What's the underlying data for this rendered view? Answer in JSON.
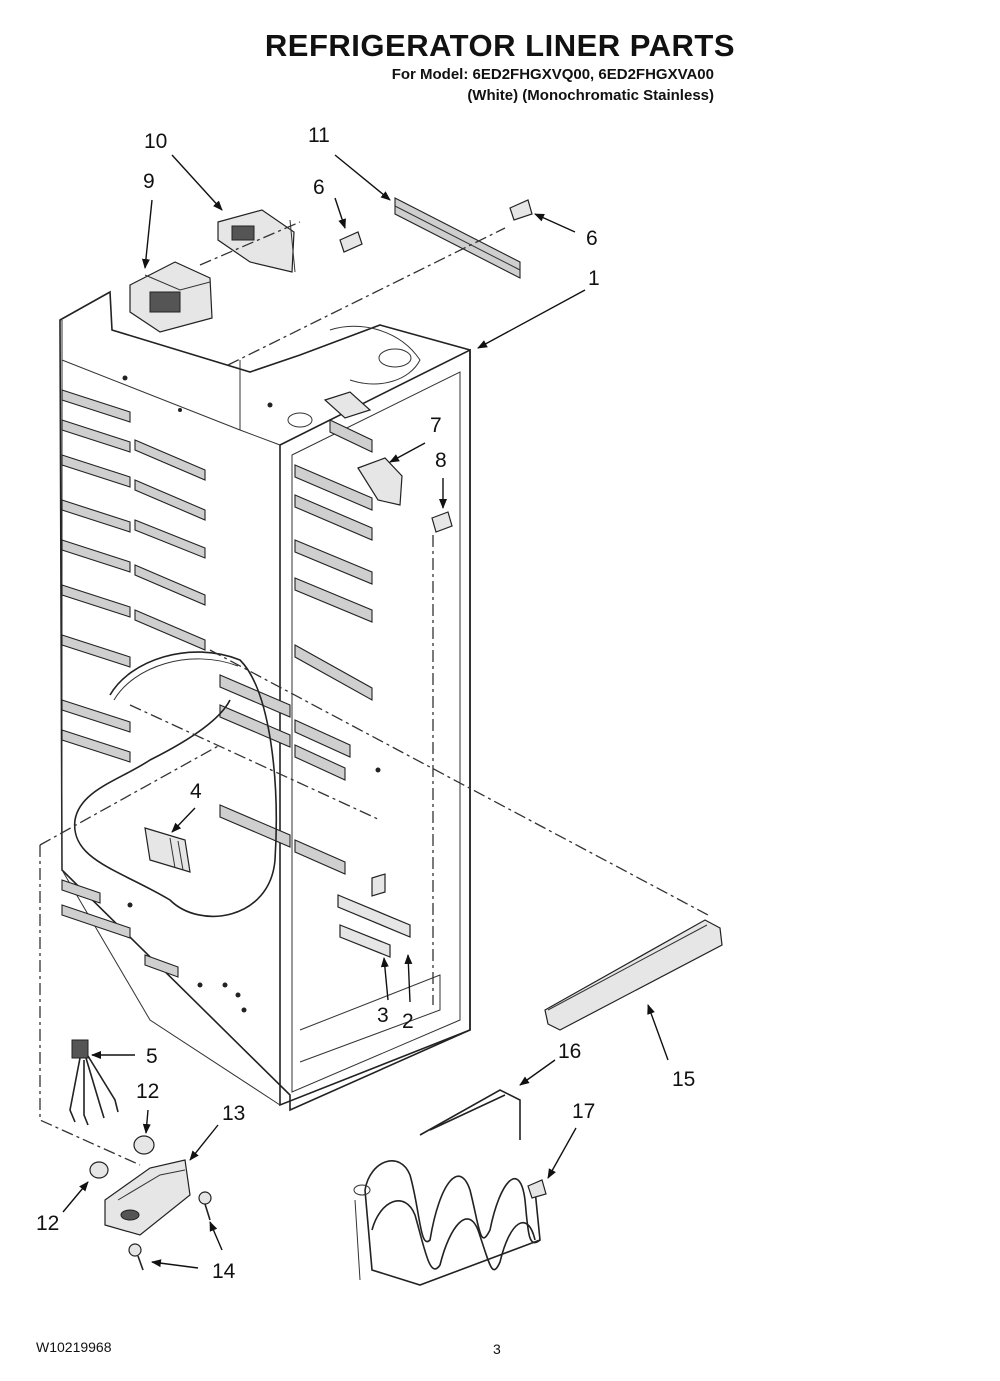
{
  "header": {
    "title": "REFRIGERATOR LINER PARTS",
    "model_line": "For Model: 6ED2FHGXVQ00, 6ED2FHGXVA00",
    "variant_line": "(White)  (Monochromatic Stainless)"
  },
  "callouts": {
    "c1": "1",
    "c2": "2",
    "c3": "3",
    "c4": "4",
    "c5": "5",
    "c6a": "6",
    "c6b": "6",
    "c7": "7",
    "c8": "8",
    "c9": "9",
    "c10": "10",
    "c11": "11",
    "c12a": "12",
    "c12b": "12",
    "c13": "13",
    "c14": "14",
    "c15": "15",
    "c16": "16",
    "c17": "17"
  },
  "footer": {
    "doc_number": "W10219968",
    "page_number": "3"
  }
}
